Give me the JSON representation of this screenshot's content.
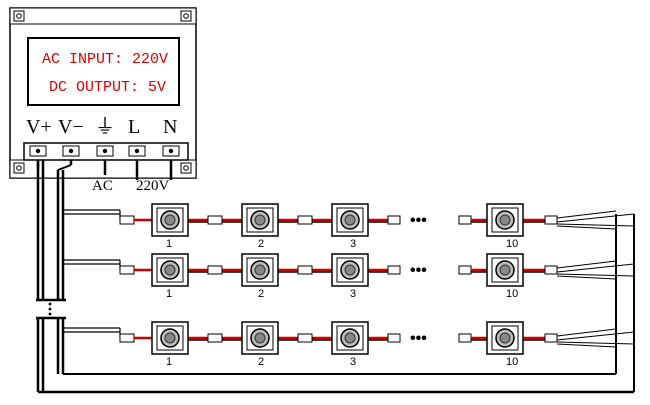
{
  "power_supply": {
    "ac_input_label": "AC INPUT:  220V",
    "dc_output_label": "DC OUTPUT: 5V",
    "terminals": [
      "V+",
      "V−",
      "⏚",
      "L",
      "N"
    ],
    "ac_label": "AC",
    "voltage_label": "220V"
  },
  "strings": [
    {
      "modules": [
        "1",
        "2",
        "3",
        "10"
      ]
    },
    {
      "modules": [
        "1",
        "2",
        "3",
        "10"
      ]
    },
    {
      "modules": [
        "1",
        "2",
        "3",
        "10"
      ]
    }
  ],
  "ellipsis": "•••",
  "colors": {
    "display_text": "#e00000",
    "red_wire": "#cc0000",
    "line": "#000000"
  }
}
